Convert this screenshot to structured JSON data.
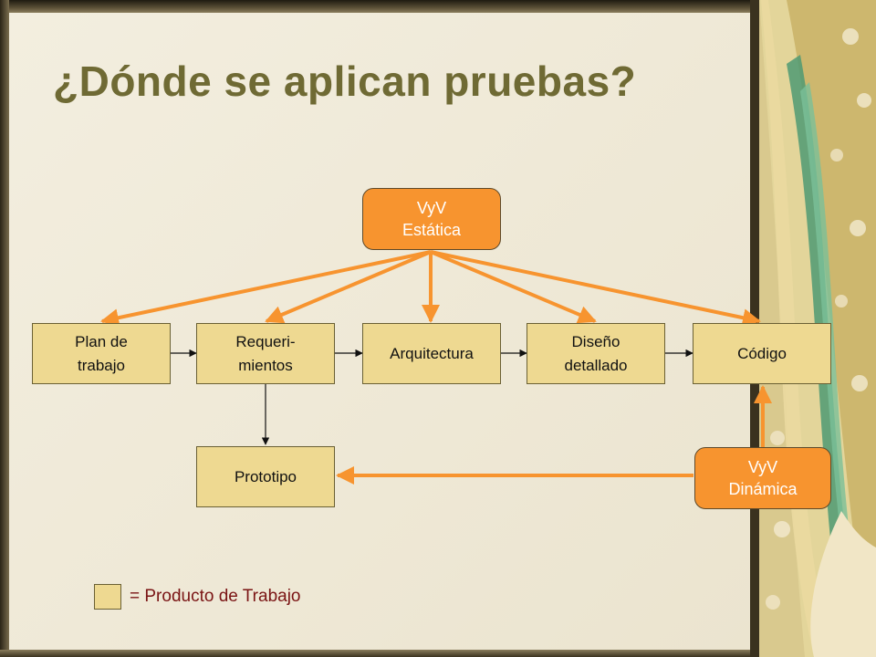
{
  "slide": {
    "title": "¿Dónde se aplican pruebas?"
  },
  "diagram": {
    "vyv_estatica": "VyV\nEstática",
    "vyv_dinamica": "VyV\nDinámica",
    "nodes": {
      "plan": "Plan de\ntrabajo",
      "requerimientos": "Requeri-\nmientos",
      "arquitectura": "Arquitectura",
      "diseno": "Diseño\ndetallado",
      "codigo": "Código",
      "prototipo": "Prototipo"
    }
  },
  "legend": {
    "text": "= Producto de Trabajo"
  },
  "colors": {
    "work_product": "#eed991",
    "vyv": "#f7942f",
    "arrow_orange": "#f7942f",
    "title": "#6f6a34",
    "legend_text": "#7a1414"
  }
}
